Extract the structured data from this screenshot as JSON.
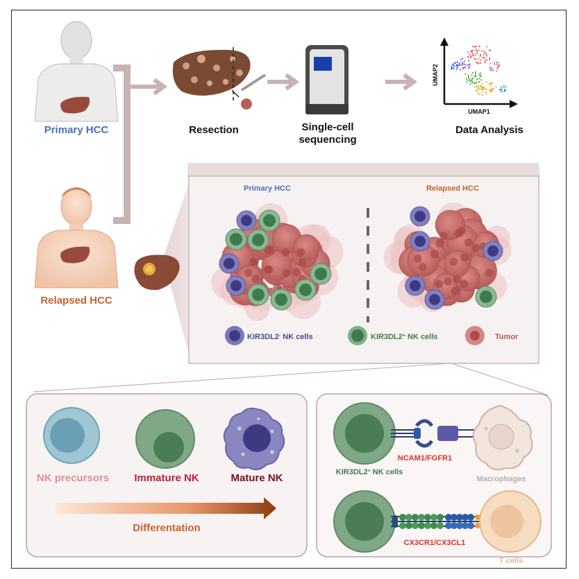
{
  "workflow": {
    "primary_label": "Primary HCC",
    "relapsed_label": "Relapsed HCC",
    "resection_label": "Resection",
    "sequencing_label_line1": "Single-cell",
    "sequencing_label_line2": "sequencing",
    "analysis_label": "Data Analysis",
    "umap_x": "UMAP1",
    "umap_y": "UMAP2"
  },
  "tumor_panel": {
    "primary_title": "Primary HCC",
    "relapsed_title": "Relapsed HCC",
    "legend": {
      "kir_neg_prefix": "KIR3DL2",
      "kir_neg_sup": "-",
      "kir_neg_suffix": " NK cells",
      "kir_pos_prefix": "KIR3DL2",
      "kir_pos_sup": "+",
      "kir_pos_suffix": " NK cells",
      "tumor": "Tumor"
    }
  },
  "differentiation_panel": {
    "precursor_label": "NK precursors",
    "immature_label": "Immature NK",
    "mature_label": "Mature NK",
    "arrow_label": "Differentation"
  },
  "interaction_panel": {
    "pair1_label": "NCAM1/FGFR1",
    "pair2_label": "CX3CR1/CX3CL1",
    "kir_cell_prefix": "KIR3DL2",
    "kir_cell_sup": "+",
    "kir_cell_suffix": " NK cells",
    "macrophage_label": "Macrophages",
    "tcell_label": "T cells"
  },
  "colors": {
    "primary_blue": "#4a6fb3",
    "relapsed_orange": "#c9602a",
    "green_cell": "#4f8a5a",
    "purple_cell": "#6d6aa8",
    "tumor": "#c96b6b",
    "connector": "#c9b2b2"
  }
}
